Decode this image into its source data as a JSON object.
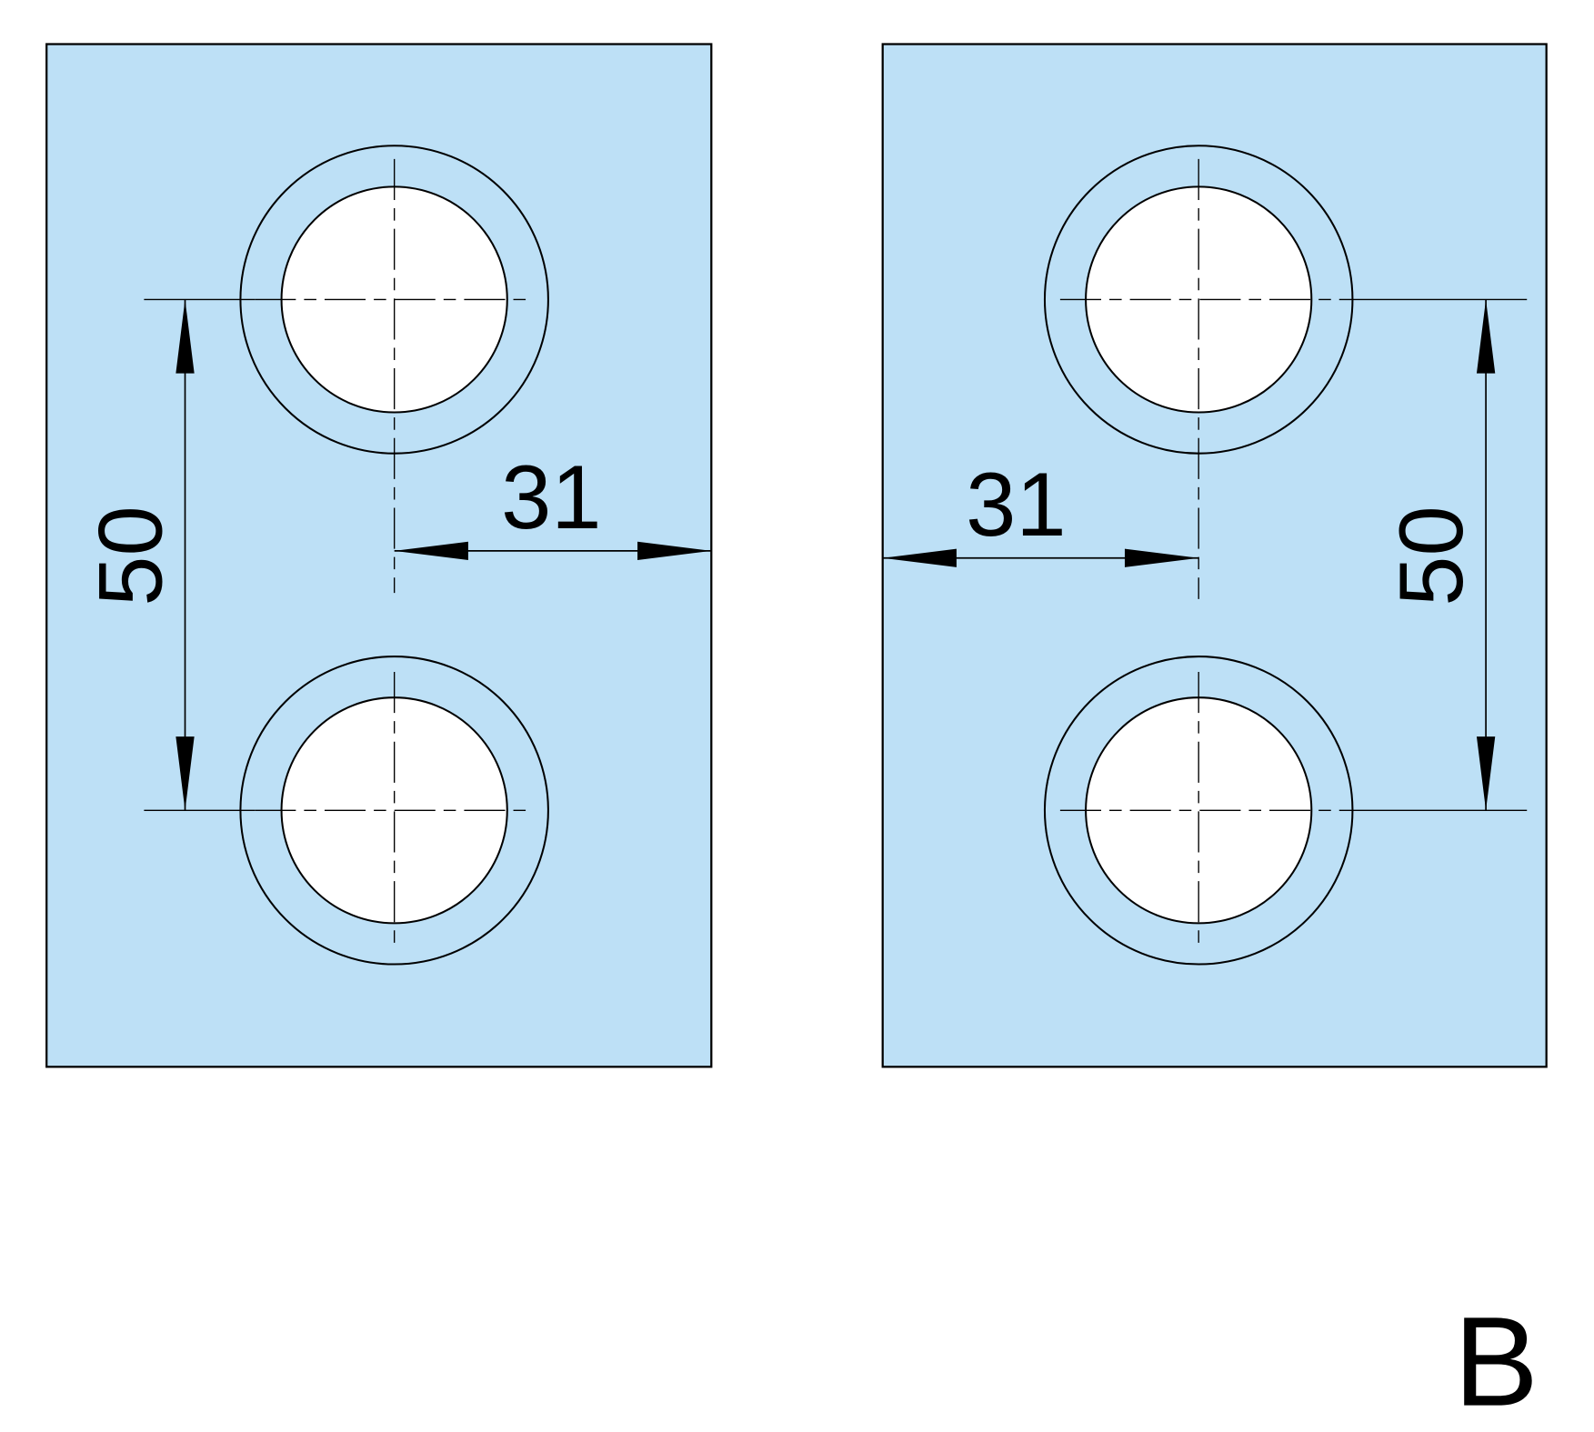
{
  "drawing": {
    "label": "B",
    "plate_color": "#bde0f6",
    "left_plate": {
      "hole_spacing": "50",
      "edge_distance": "31"
    },
    "right_plate": {
      "hole_spacing": "50",
      "edge_distance": "31"
    }
  }
}
